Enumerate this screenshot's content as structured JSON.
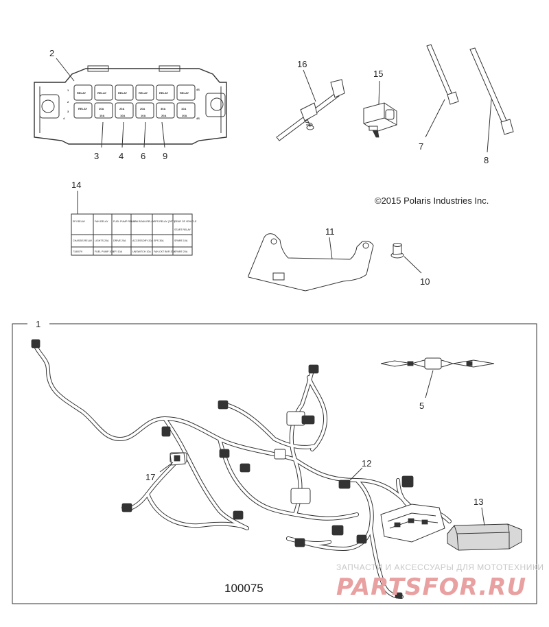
{
  "copyright": "©2015 Polaris Industries Inc.",
  "part_number": "100075",
  "callouts": {
    "c1": "1",
    "c2": "2",
    "c3": "3",
    "c4": "4",
    "c5": "5",
    "c6": "6",
    "c7": "7",
    "c8": "8",
    "c9": "9",
    "c10": "10",
    "c11": "11",
    "c12": "12",
    "c13": "13",
    "c14": "14",
    "c15": "15",
    "c16": "16",
    "c17": "17"
  },
  "fuse_box": {
    "side_numbers": [
      "1",
      "2",
      "3",
      "4"
    ],
    "top_row": [
      "RELAY",
      "RELAY",
      "RELAY",
      "RELAY",
      "RELAY",
      "RELAY"
    ],
    "bottom_row": [
      "RELAY",
      "20A",
      "20A",
      "20A",
      "30A",
      "10A"
    ],
    "fuse_row": [
      "",
      "10A",
      "10A",
      "10A",
      "20A",
      "20A"
    ],
    "right_codes": [
      "4S",
      "4S"
    ]
  },
  "label": {
    "row1": [
      "EFI RELAY",
      "FAN RELAY",
      "FUEL PUMP RELAY",
      "LOW BEAM RELAY",
      "EPS RELAY (OPT.)",
      "REAR OF VEHICLE"
    ],
    "row1_extra": "START RELAY",
    "row2_top": [
      "CHASSIS RELAY",
      "LIGHTS 20A",
      "DRIVE 20A",
      "ACCESSORY 20A",
      "EPS 30A",
      "SPARE 10A"
    ],
    "row2_bottom": [
      "FUEL PUMP 10A",
      "EFI 10A",
      "UNSWITCH 10A",
      "FAN CKT BKR 20A",
      "SPARE 20A"
    ],
    "code": "7180079"
  },
  "watermark": {
    "top_text": "ЗАПЧАСТИ И АКСЕССУАРЫ ДЛЯ МОТОТЕХНИКИ",
    "brand": "PARTSFOR.RU"
  }
}
